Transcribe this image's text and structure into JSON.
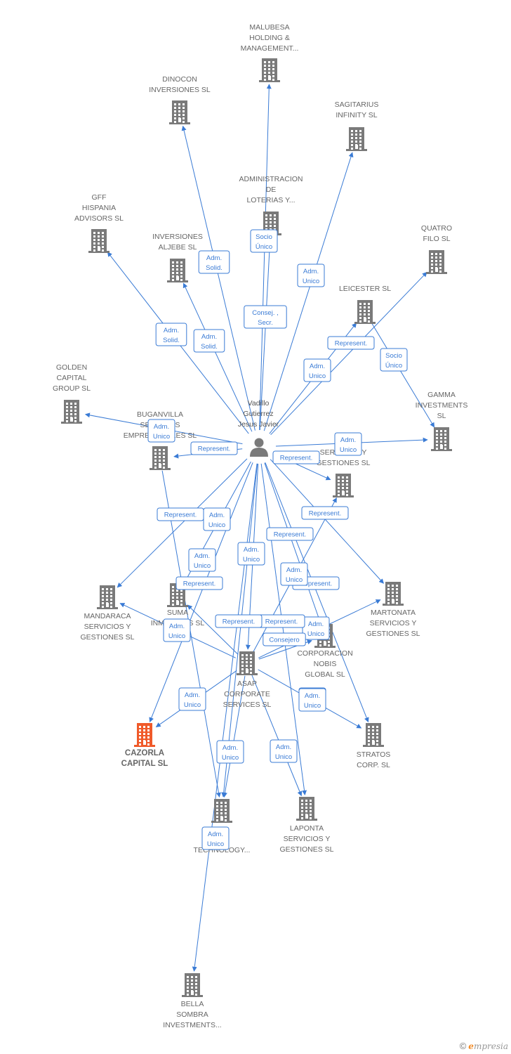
{
  "center": {
    "id": "person",
    "label_lines": [
      "Vadillo",
      "Gutierrez",
      "Jesus Javier"
    ]
  },
  "colors": {
    "edge": "#3a7bd5",
    "building": "#7a7a7a",
    "building_highlight": "#f05a2a",
    "person": "#7a7a7a"
  },
  "nodes": [
    {
      "id": "malubesa",
      "label_lines": [
        "MALUBESA",
        "HOLDING &",
        "MANAGEMENT..."
      ]
    },
    {
      "id": "dinocon",
      "label_lines": [
        "DINOCON",
        "INVERSIONES SL"
      ]
    },
    {
      "id": "sagitarius",
      "label_lines": [
        "SAGITARIUS",
        "INFINITY SL"
      ]
    },
    {
      "id": "administracion",
      "label_lines": [
        "ADMINISTRACION",
        "DE",
        "LOTERIAS Y..."
      ]
    },
    {
      "id": "gff",
      "label_lines": [
        "GFF",
        "HISPANIA",
        "ADVISORS SL"
      ]
    },
    {
      "id": "inversiones_aljebe",
      "label_lines": [
        "INVERSIONES",
        "ALJEBE SL"
      ]
    },
    {
      "id": "quatro",
      "label_lines": [
        "QUATRO",
        "FILO  SL"
      ]
    },
    {
      "id": "leicester",
      "label_lines": [
        "LEICESTER SL"
      ]
    },
    {
      "id": "golden",
      "label_lines": [
        "GOLDEN",
        "CAPITAL",
        "GROUP SL"
      ]
    },
    {
      "id": "gamma",
      "label_lines": [
        "GAMMA",
        "INVESTMENTS",
        "SL"
      ]
    },
    {
      "id": "buganvilla",
      "label_lines": [
        "BUGANVILLA",
        "SERVICIOS",
        "EMPRESARIALES SL"
      ]
    },
    {
      "id": "te_servicios",
      "label_lines": [
        "TE...",
        "SERVICIOS Y",
        "GESTIONES SL"
      ]
    },
    {
      "id": "mandaraca",
      "label_lines": [
        "MANDARACA",
        "SERVICIOS Y",
        "GESTIONES SL"
      ]
    },
    {
      "id": "suma",
      "label_lines": [
        "SUMA",
        "INMUEBLES SL"
      ]
    },
    {
      "id": "martonata",
      "label_lines": [
        "MARTONATA",
        "SERVICIOS Y",
        "GESTIONES SL"
      ]
    },
    {
      "id": "corporacion",
      "label_lines": [
        "CORPORACION",
        "NOBIS",
        "GLOBAL  SL"
      ]
    },
    {
      "id": "asap",
      "label_lines": [
        "ASAP",
        "CORPORATE",
        "SERVICES  SL"
      ]
    },
    {
      "id": "cazorla",
      "label_lines": [
        "CAZORLA",
        "CAPITAL  SL"
      ],
      "highlight": true
    },
    {
      "id": "stratos",
      "label_lines": [
        "STRATOS",
        "CORP.   SL"
      ]
    },
    {
      "id": "technology",
      "label_lines": [
        "...Y",
        "TECHNOLOGY..."
      ]
    },
    {
      "id": "laponta",
      "label_lines": [
        "LAPONTA",
        "SERVICIOS Y",
        "GESTIONES SL"
      ]
    },
    {
      "id": "bella",
      "label_lines": [
        "BELLA",
        "SOMBRA",
        "INVESTMENTS..."
      ]
    }
  ],
  "edges": [
    {
      "from": "person",
      "to": "malubesa",
      "label_lines": [
        "Socio",
        "Único"
      ]
    },
    {
      "from": "person",
      "to": "administracion",
      "label_lines": [
        "Consej. ,",
        "Secr."
      ]
    },
    {
      "from": "person",
      "to": "dinocon",
      "label_lines": [
        "Adm.",
        "Solid."
      ]
    },
    {
      "from": "person",
      "to": "sagitarius",
      "label_lines": [
        "Adm.",
        "Unico"
      ]
    },
    {
      "from": "person",
      "to": "gff",
      "label_lines": [
        "Adm.",
        "Solid."
      ]
    },
    {
      "from": "person",
      "to": "inversiones_aljebe",
      "label_lines": [
        "Adm.",
        "Solid."
      ]
    },
    {
      "from": "person",
      "to": "quatro",
      "label_lines": [
        "Adm.",
        "Unico"
      ]
    },
    {
      "from": "person",
      "to": "leicester",
      "label_lines": [
        "Represent."
      ]
    },
    {
      "from": "leicester",
      "to": "gamma",
      "label_lines": [
        "Socio",
        "Único"
      ]
    },
    {
      "from": "person",
      "to": "golden",
      "label_lines": [
        "Adm.",
        "Unico"
      ]
    },
    {
      "from": "person",
      "to": "buganvilla",
      "label_lines": [
        "Represent."
      ]
    },
    {
      "from": "person",
      "to": "gamma",
      "label_lines": [
        "Adm.",
        "Unico"
      ]
    },
    {
      "from": "person",
      "to": "te_servicios",
      "label_lines": [
        "Represent."
      ]
    },
    {
      "from": "person",
      "to": "mandaraca",
      "label_lines": [
        "Represent."
      ]
    },
    {
      "from": "person",
      "to": "suma",
      "label_lines": [
        "Adm.",
        "Unico"
      ]
    },
    {
      "from": "person",
      "to": "martonata",
      "label_lines": [
        "Represent."
      ]
    },
    {
      "from": "person",
      "to": "asap",
      "label_lines": [
        "Adm.",
        "Unico"
      ]
    },
    {
      "from": "person",
      "to": "corporacion",
      "label_lines": [
        "Represent."
      ]
    },
    {
      "from": "person",
      "to": "cazorla",
      "label_lines": [
        "Represent."
      ]
    },
    {
      "from": "person",
      "to": "stratos",
      "label_lines": [
        "Represent."
      ]
    },
    {
      "from": "person",
      "to": "laponta",
      "label_lines": [
        "Adm.",
        "Unico"
      ]
    },
    {
      "from": "person",
      "to": "technology",
      "label_lines": [
        "Adm.",
        "Unico"
      ]
    },
    {
      "from": "buganvilla",
      "to": "technology",
      "label_lines": [
        "Adm.",
        "Unico"
      ]
    },
    {
      "from": "asap",
      "to": "mandaraca",
      "label_lines": [
        "Adm.",
        "Unico"
      ]
    },
    {
      "from": "asap",
      "to": "te_servicios",
      "label_lines": [
        "Represent."
      ]
    },
    {
      "from": "asap",
      "to": "martonata",
      "label_lines": [
        "Adm.",
        "Unico"
      ]
    },
    {
      "from": "asap",
      "to": "corporacion",
      "label_lines": [
        "Consejero"
      ]
    },
    {
      "from": "asap",
      "to": "cazorla",
      "label_lines": [
        "Adm.",
        "Unico"
      ]
    },
    {
      "from": "asap",
      "to": "stratos",
      "label_lines": [
        "Adm.",
        "Unico"
      ]
    },
    {
      "from": "asap",
      "to": "laponta",
      "label_lines": [
        "Adm.",
        "Unico"
      ]
    },
    {
      "from": "asap",
      "to": "technology",
      "label_lines": [
        "Adm.",
        "Unico"
      ]
    },
    {
      "from": "asap",
      "to": "suma",
      "label_lines": [
        "Represent."
      ]
    },
    {
      "from": "person",
      "to": "bella",
      "label_lines": [
        "Adm.",
        "Unico"
      ]
    }
  ],
  "copyright": {
    "symbol": "©",
    "brand_first": "e",
    "brand_rest": "mpresia"
  }
}
